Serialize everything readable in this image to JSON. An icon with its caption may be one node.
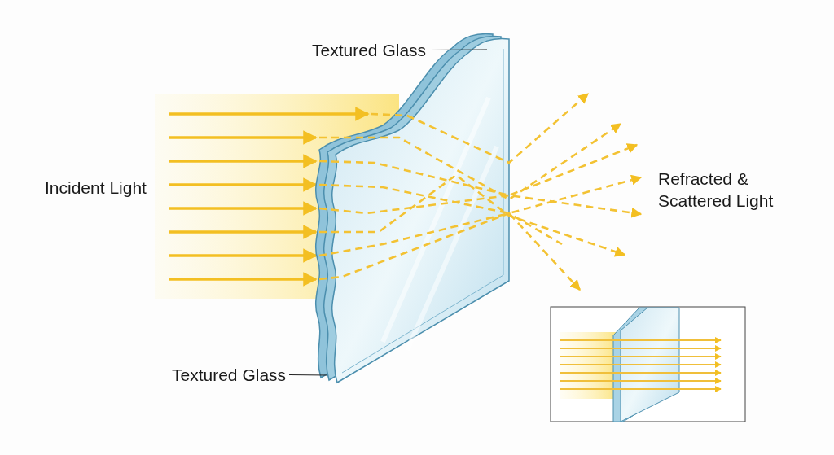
{
  "diagram": {
    "nodes": [
      {
        "text": [
          "Textured Glass"
        ]
      },
      {
        "text": [],
        "shape": "picture"
      },
      {
        "text": [
          "Textured Glass"
        ]
      }
    ],
    "edges": [
      {
        "from": 0,
        "to": 1,
        "arrow": "none"
      },
      {
        "from": 2,
        "to": 1,
        "arrow": "none"
      }
    ],
    "labels": [
      "Incident Light",
      "Refracted & Scattered Light"
    ]
  }
}
